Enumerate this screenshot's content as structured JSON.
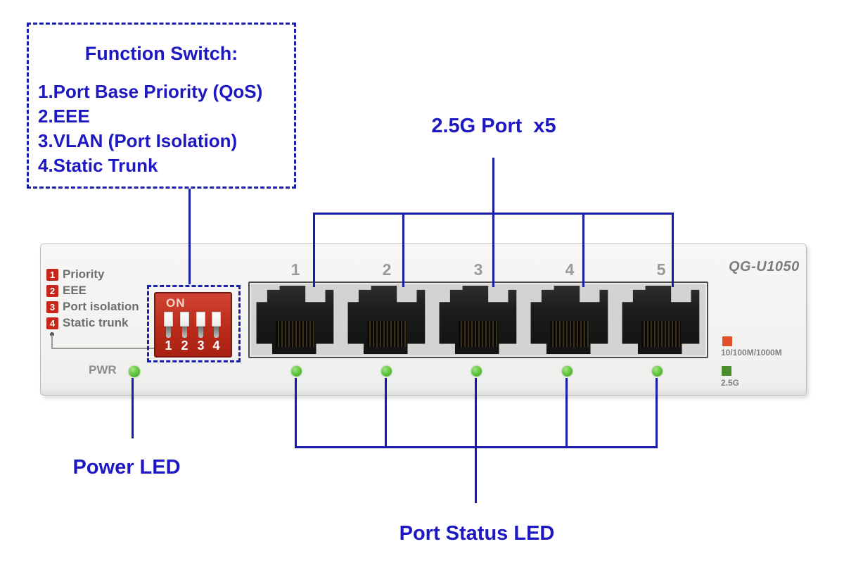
{
  "annotation": {
    "line_color": "#181ca8",
    "text_color": "#1d18c2",
    "function_box": {
      "title": "Function Switch:",
      "items": [
        "1.Port Base Priority (QoS)",
        "2.EEE",
        "3.VLAN (Port Isolation)",
        "4.Static Trunk"
      ]
    },
    "ports_callout": "2.5G Port  x5",
    "power_callout": "Power LED",
    "status_callout": "Port Status LED"
  },
  "device": {
    "model": "QG-U1050",
    "pwr_label": "PWR",
    "led_green": "#5cc23a",
    "function_legend": [
      {
        "num": "1",
        "label": "Priority"
      },
      {
        "num": "2",
        "label": "EEE"
      },
      {
        "num": "3",
        "label": "Port isolation"
      },
      {
        "num": "4",
        "label": "Static trunk"
      }
    ],
    "legend_badge_red": "#c8251b",
    "dip_switch": {
      "on_label": "ON",
      "block_red": "#bb2b1a",
      "switch_numbers": [
        "1",
        "2",
        "3",
        "4"
      ]
    },
    "port_numbers": [
      "1",
      "2",
      "3",
      "4",
      "5"
    ],
    "speed_legend": [
      {
        "label": "10/100M/1000M",
        "color": "#e0512b"
      },
      {
        "label": "2.5G",
        "color": "#4a8c2e"
      }
    ]
  }
}
